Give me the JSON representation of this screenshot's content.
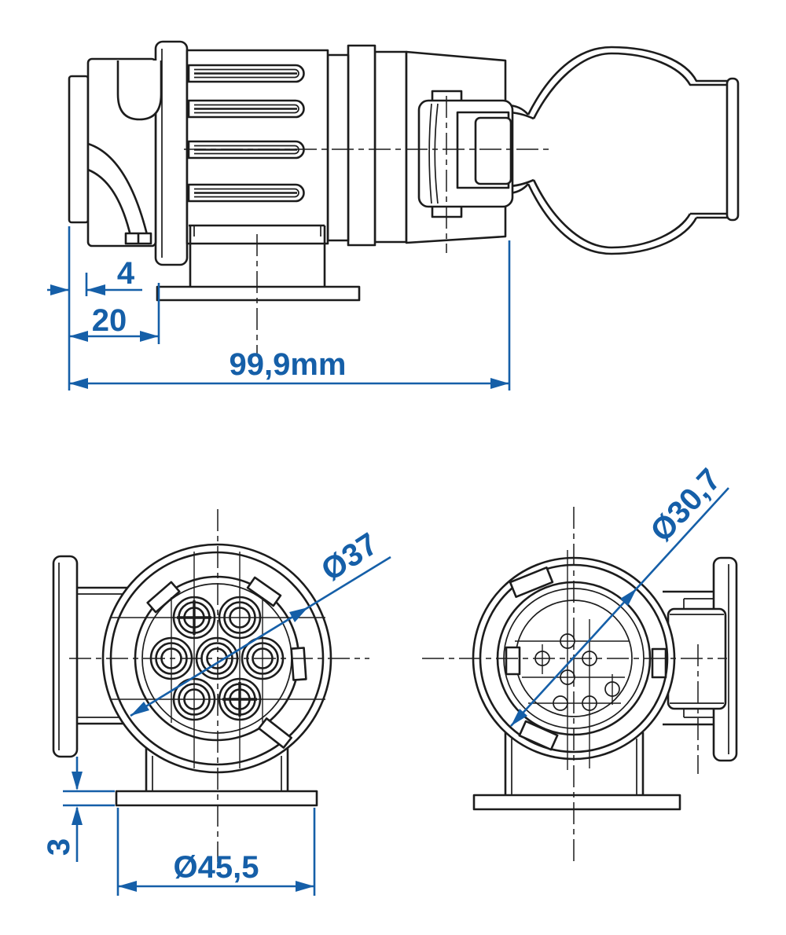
{
  "colors": {
    "background": "#ffffff",
    "line": "#1c1c1c",
    "dimension": "#155fa8"
  },
  "drawing": {
    "side_view": {
      "dim_collar_offset": "4",
      "dim_collar_depth": "20",
      "dim_overall_length": "99,9mm"
    },
    "front_view": {
      "dim_socket_diameter": "Ø37",
      "dim_base_diameter": "Ø45,5",
      "dim_base_thickness": "3"
    },
    "rear_view": {
      "dim_socket_diameter": "Ø30,7"
    }
  }
}
